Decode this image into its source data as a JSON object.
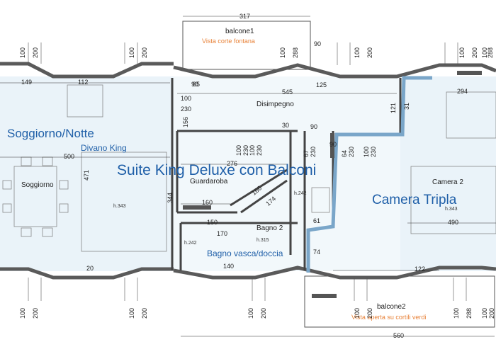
{
  "title": "Suite King Deluxe con Balconi",
  "colors": {
    "wall": "#5a5a5a",
    "accent_blue": "#1f5fa8",
    "orange": "#e8833a",
    "duct": "#7aa6c9",
    "floor": "#eaf3f9"
  },
  "labels": {
    "soggiorno_notte": "Soggiorno/Notte",
    "divano_king": "Divano King",
    "soggiorno": "Soggiorno",
    "camera_tripla": "Camera Tripla",
    "camera2": "Camera 2",
    "disimpegno": "Disimpegno",
    "guardaroba": "Guardaroba",
    "bagno2": "Bagno 2",
    "bagno_vasca": "Bagno vasca/doccia",
    "balcone1": "balcone1",
    "balcone1_note": "Vista corte fontana",
    "balcone2": "balcone2",
    "balcone2_note": "Vista aperta su cortili verdi"
  },
  "heights": {
    "h_soggiorno": "h.343",
    "h_camera": "h.343",
    "h_bagno": "h.315",
    "h_242a": "h.242",
    "h_242b": "h.242"
  },
  "dims": {
    "d317": "317",
    "d560": "560",
    "d149": "149",
    "d112": "112",
    "d545": "545",
    "d125": "125",
    "d294": "294",
    "d500": "500",
    "d276": "276",
    "d30": "30",
    "d90a": "90",
    "d90b": "90",
    "d90c": "90",
    "d90d": "90",
    "d160": "160",
    "d150": "150",
    "d170": "170",
    "d140": "140",
    "d490": "490",
    "d122": "122",
    "d20": "20",
    "d61": "61",
    "d74": "74",
    "d65": "65",
    "d100a": "100",
    "d230a": "230",
    "d166": "166",
    "d174": "174",
    "d121": "121",
    "d31": "31",
    "d344": "344",
    "d471": "471",
    "d156": "156"
  },
  "window_dims_top": [
    [
      "100",
      "200"
    ],
    [
      "100",
      "200"
    ],
    [
      "100",
      "288"
    ],
    [
      "100",
      "200"
    ],
    [
      "100",
      "288"
    ],
    [
      "100",
      "200"
    ]
  ],
  "window_dims_bottom": [
    [
      "100",
      "200"
    ],
    [
      "100",
      "200"
    ],
    [
      "100",
      "200"
    ],
    [
      "100",
      "200"
    ],
    [
      "100",
      "288"
    ],
    [
      "100",
      "200"
    ]
  ],
  "door_dims": [
    [
      "100",
      "230"
    ],
    [
      "100",
      "230"
    ],
    [
      "67",
      "230"
    ],
    [
      "64",
      "230"
    ],
    [
      "100",
      "230"
    ]
  ]
}
